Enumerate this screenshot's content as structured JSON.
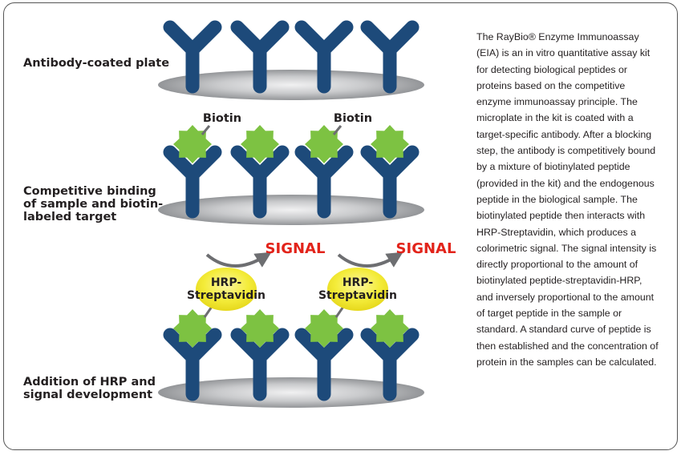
{
  "steps": [
    {
      "label": "Antibody-coated plate"
    },
    {
      "label": "Competitive binding\nof sample and biotin-\nlabeled target"
    },
    {
      "label": "Addition of HRP and\nsignal development"
    }
  ],
  "biotin_label": "Biotin",
  "signal_label": "SIGNAL",
  "hrp_label_line1": "HRP-",
  "hrp_label_line2": "Streptavidin",
  "description": "The RayBio® Enzyme Immunoassay (EIA) is an in vitro quantitative assay kit for detecting biological peptides or proteins based on the competitive enzyme immunoassay principle. The microplate in the kit is coated with a target-specific antibody. After a blocking step, the antibody is competitively bound by a mixture of biotinylated peptide (provided in the kit) and the endogenous peptide in the biological sample. The biotinylated peptide then interacts with HRP-Streptavidin, which produces a colorimetric signal. The signal intensity is directly proportional to the amount of biotinylated peptide-streptavidin-HRP, and inversely proportional to the amount of target peptide in the sample or standard. A standard curve of peptide is then established and the concentration of protein in the samples can be calculated.",
  "colors": {
    "antibody": "#1d4a7a",
    "biotin_star": "#7dc242",
    "hrp_fill": "#f2ea27",
    "signal_text": "#e2231a",
    "plate_gray": "#a7a9ac",
    "arrow_gray": "#6d6e71"
  }
}
